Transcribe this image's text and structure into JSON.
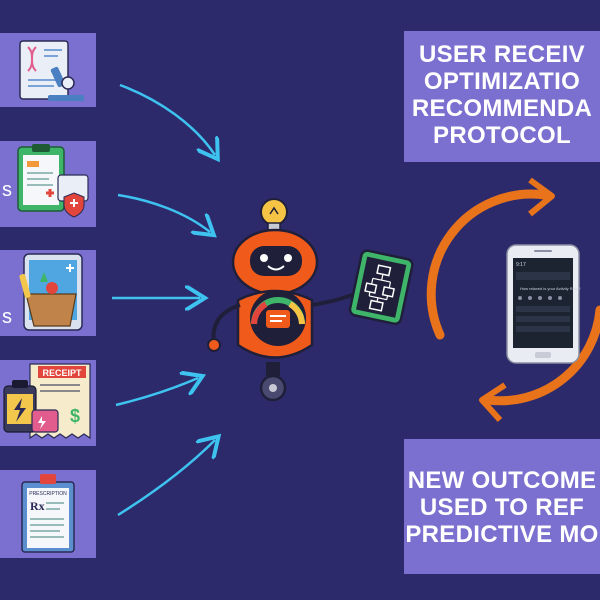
{
  "left_panels": [
    {
      "name": "research-panel",
      "label": "",
      "icon": "dna-microscope-icon"
    },
    {
      "name": "medical-record-panel",
      "label": "s",
      "icon": "clipboard-shield-icon"
    },
    {
      "name": "grocery-panel",
      "label": "s",
      "icon": "grocery-tablet-icon"
    },
    {
      "name": "utility-receipt-panel",
      "label": "",
      "icon": "battery-receipt-icon",
      "receipt_text": "RECEIPT"
    },
    {
      "name": "prescription-panel",
      "label": "",
      "icon": "prescription-icon",
      "rx_text": "Rx",
      "title_text": "PRESCRIPTION"
    }
  ],
  "top_right_box": {
    "text": "USER RECEIV\nOPTIMIZATIO\nRECOMMENDA\nPROTOCOL"
  },
  "bottom_right_box": {
    "text": "NEW OUTCOME\nUSED TO REF\nPREDICTIVE MO"
  },
  "phone": {
    "status_time": "9:17",
    "question": "How relaxed is your Activity Rate?"
  },
  "colors": {
    "background": "#2d2a6b",
    "panel": "#7b6fcf",
    "arrow": "#3ec3f0",
    "cycle": "#e8731a",
    "robot_body": "#f05a1a",
    "robot_face": "#1f1f3a"
  }
}
